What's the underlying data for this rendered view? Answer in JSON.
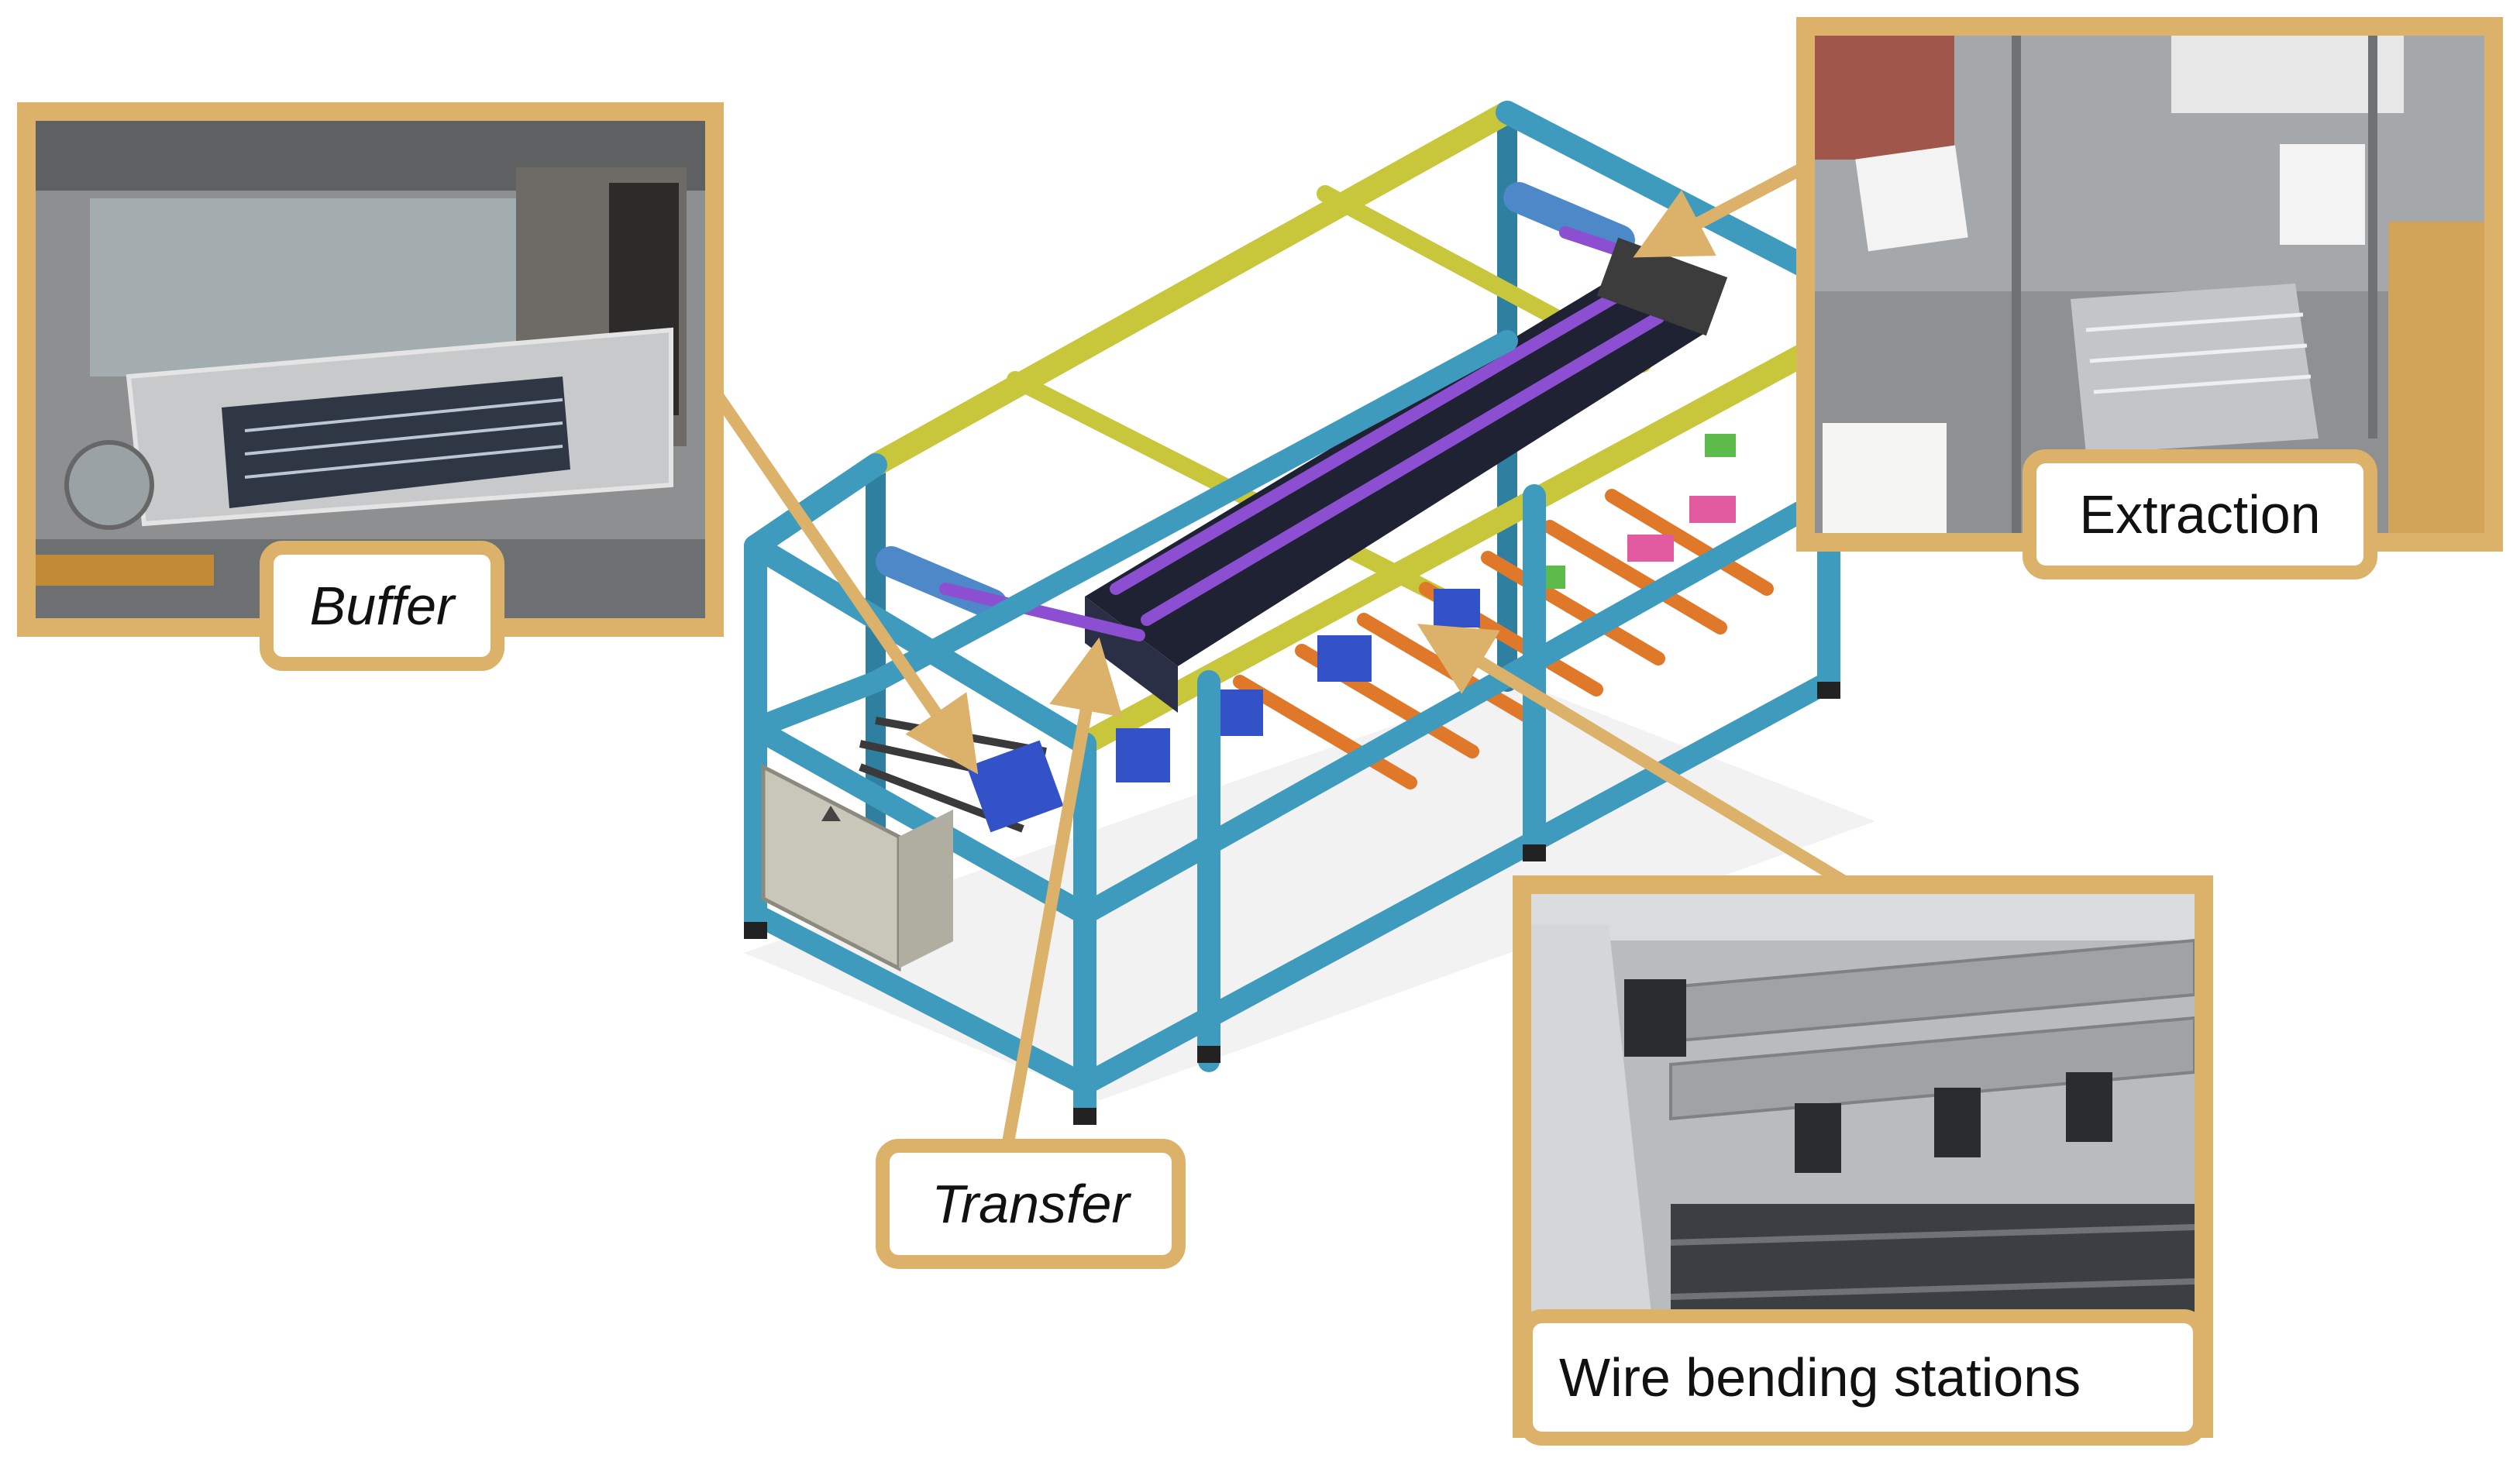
{
  "labels": {
    "buffer": "Buffer",
    "transfer": "Transfer",
    "extraction": "Extraction",
    "wire_bending": "Wire bending  stations"
  },
  "colors": {
    "frame_accent": "#dcb16a",
    "machine_frame": "#3f9bbd",
    "rail_yellow": "#c8c63a",
    "purple": "#8d4fd1",
    "orange": "#e0782a"
  }
}
